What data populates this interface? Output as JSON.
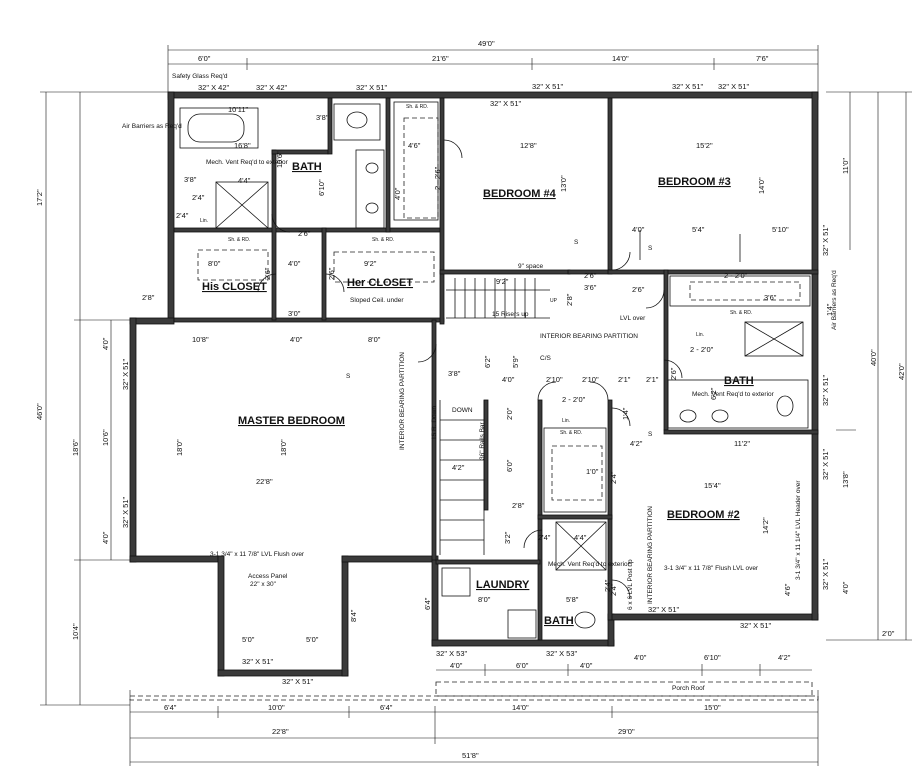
{
  "rooms": {
    "master": "MASTER BEDROOM",
    "bath_master": "BATH",
    "his_closet": "His CLOSET",
    "her_closet": "Her CLOSET",
    "bed4": "BEDROOM #4",
    "bed3": "BEDROOM #3",
    "bed2": "BEDROOM #2",
    "bath_hall": "BATH",
    "bath_small": "BATH",
    "laundry": "LAUNDRY"
  },
  "notes": {
    "safety_glass": "Safety Glass Req'd",
    "air_barriers_left": "Air Barriers as Req'd",
    "air_barriers_right": "Air Barriers as Req'd",
    "mech_vent_master": "Mech. Vent Req'd to exterior",
    "mech_vent_hall": "Mech. Vent Req'd to exterior",
    "mech_vent_small": "Mech. Vent Req'd to exterior",
    "sloped_ceil": "Sloped Ceil. under",
    "interior_bearing_1": "INTERIOR BEARING PARTITION",
    "interior_bearing_2": "INTERIOR BEARING PARTITION",
    "interior_bearing_3": "INTERIOR BEARING PARTITION",
    "lvl_over": "LVL over",
    "risers_up": "15 Risers up",
    "down": "DOWN",
    "risers_down": "15 R. Down",
    "rails": "36\" Rails Bar",
    "space_9": "9\" space",
    "lvl_flush_master": "3-1 3/4\" x 11 7/8\" LVL Flush over",
    "lvl_flush_bed2": "3-1 3/4\" x 11 7/8\" Flush LVL over",
    "lvl_header": "3-1 3/4\" x 11 1/4\" LVL Header over",
    "lvl_post": "6 x 6 LVL Post up",
    "access_panel": "Access Panel",
    "access_size": "22\" x 30\"",
    "porch_roof": "Porch Roof",
    "sh_rd": "Sh. & RD.",
    "lin": "Lin.",
    "up": "UP",
    "co_s": "C/S",
    "s": "S"
  },
  "windows": {
    "w1": "32\" X 42\"",
    "w2": "32\" X 42\"",
    "w3": "32\" X 51\"",
    "w4": "32\" X 51\"",
    "w5": "32\" X 51\"",
    "w6": "32\" X 51\"",
    "w7": "32\" X 51\"",
    "w8": "32\" X 51\"",
    "w9": "32\" X 51\"",
    "w10": "32\" X 51\"",
    "w11": "32\" X 51\"",
    "w12": "32\" X 51\"",
    "w13": "32\" X 51\"",
    "w14": "32\" X 51\"",
    "w15": "32\" X 53\"",
    "w16": "32\" X 53\"",
    "w17": "32\" X 51\"",
    "w18": "32\" X 51\"",
    "w19": "32\" X 51\""
  },
  "dims": {
    "top_overall": "49'0\"",
    "top_6": "6'0\"",
    "top_216": "21'6\"",
    "top_14": "14'0\"",
    "top_76": "7'6\"",
    "left_172": "17'2\"",
    "left_46": "46'0\"",
    "left_186": "18'6\"",
    "left_104": "10'4\"",
    "left_4a": "4'0\"",
    "left_106": "10'6\"",
    "left_4b": "4'0\"",
    "right_11": "11'0\"",
    "right_40": "40'0\"",
    "right_42": "42'0\"",
    "right_14": "1'4\"",
    "right_138": "13'8\"",
    "right_4": "4'0\"",
    "right_2": "2'0\"",
    "right_46": "4'6\"",
    "bot_64a": "6'4\"",
    "bot_10": "10'0\"",
    "bot_64b": "6'4\"",
    "bot_14": "14'0\"",
    "bot_15": "15'0\"",
    "bot_228": "22'8\"",
    "bot_29": "29'0\"",
    "bot_518": "51'8\"",
    "bot_4a": "4'0\"",
    "bot_6": "6'0\"",
    "bot_4b": "4'0\"",
    "bot_4c": "4'0\"",
    "bot_610": "6'10\"",
    "bot_42": "4'2\"",
    "m_108": "10'8\"",
    "m_4": "4'0\"",
    "m_8": "8'0\"",
    "m_18a": "18'0\"",
    "m_18b": "18'0\"",
    "m_228": "22'8\"",
    "m_28": "2'8\"",
    "m_30": "3'0\"",
    "m_40b": "4'0\"",
    "b_1011": "10'11\"",
    "b_168": "16'8\"",
    "b_44": "4'4\"",
    "b_38": "3'8\"",
    "b_24": "2'4\"",
    "b_610": "6'10\"",
    "b_106": "10'6\"",
    "b_38b": "3'8\"",
    "b_24b": "2'4\"",
    "c_26": "2'6\"",
    "c_80": "8'0\"",
    "c_92": "9'2\"",
    "c_40": "4'0\"",
    "c_26b": "2'6\"",
    "c_26c": "2'6\"",
    "b4_46": "4'6\"",
    "b4_2262": "2 - 2'6\"",
    "b4_128": "12'8\"",
    "b4_130": "13'0\"",
    "b3_152": "15'2\"",
    "b3_140": "14'0\"",
    "b3_40": "4'0\"",
    "b3_54": "5'4\"",
    "b3_510": "5'10\"",
    "b3_220": "2 - 2'0\"",
    "b3_36": "3'6\"",
    "b3_26": "2'6\"",
    "b3_26b": "2'6\"",
    "st_92": "9'2\"",
    "st_28": "2'8\"",
    "st_36": "3'6\"",
    "h_38": "3'8\"",
    "h_62": "6'2\"",
    "h_59": "5'9\"",
    "h_40": "4'0\"",
    "h_210": "2'10\"",
    "h_210b": "2'10\"",
    "h_21": "2'1\"",
    "h_21b": "2'1\"",
    "h_220": "2 - 2'0\"",
    "h_20": "2'0\"",
    "h_60": "6'0\"",
    "h_42": "4'2\"",
    "h_28": "2'8\"",
    "h_32": "3'2\"",
    "h_24": "2'4\"",
    "h_10": "1'0\"",
    "h_24b": "2'4\"",
    "bh_2220": "2 - 2'0\"",
    "bh_62": "6'2\"",
    "bh_112": "11'2\"",
    "bh_42": "4'2\"",
    "bh_26": "2'6\"",
    "bh_14": "1'4\"",
    "b2_154": "15'4\"",
    "b2_142": "14'2\"",
    "b2_24": "2'4\"",
    "l_80": "8'0\"",
    "l_64": "6'4\"",
    "sb_58": "5'8\"",
    "sb_44": "4'4\"",
    "sb_24": "2'4\"",
    "p_50a": "5'0\"",
    "p_50b": "5'0\"",
    "p_84": "8'4\""
  }
}
